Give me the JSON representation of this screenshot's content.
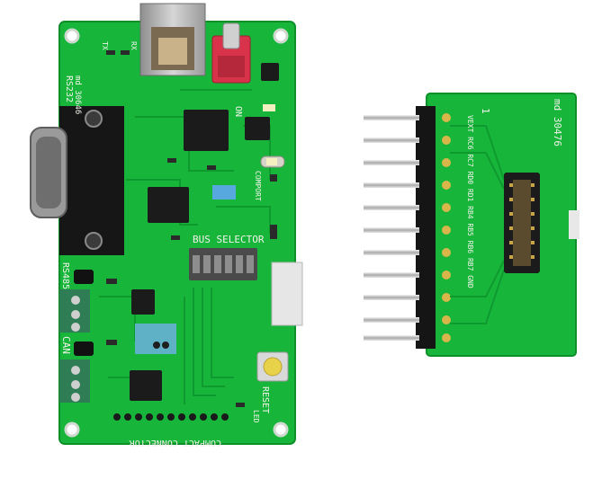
{
  "board_left": {
    "labels": {
      "part_number": "md 30646",
      "rs232": "RS232",
      "rs485": "RS485",
      "can": "CAN",
      "bus_selector": "BUS SELECTOR",
      "compact_connector": "COMPACT CONNECTOR",
      "reset": "RESET",
      "on": "ON",
      "tx": "TX",
      "rx": "RX",
      "led": "LED",
      "comport": "COMPORT"
    },
    "colors": {
      "pcb": "#16b43a",
      "pcb_dark": "#0c8a27",
      "switch": "#d8334a",
      "button": "#e8d24a"
    }
  },
  "board_right": {
    "labels": {
      "part_number": "md 30476",
      "pin_one": "1",
      "pin_map": "VEXT RC6 RC7 RD0 RD1 RB4 RB5 RB6 RB7 GND"
    },
    "colors": {
      "pcb": "#16b43a",
      "header": "#1a1a1a",
      "pin": "#c9c9c9"
    }
  }
}
